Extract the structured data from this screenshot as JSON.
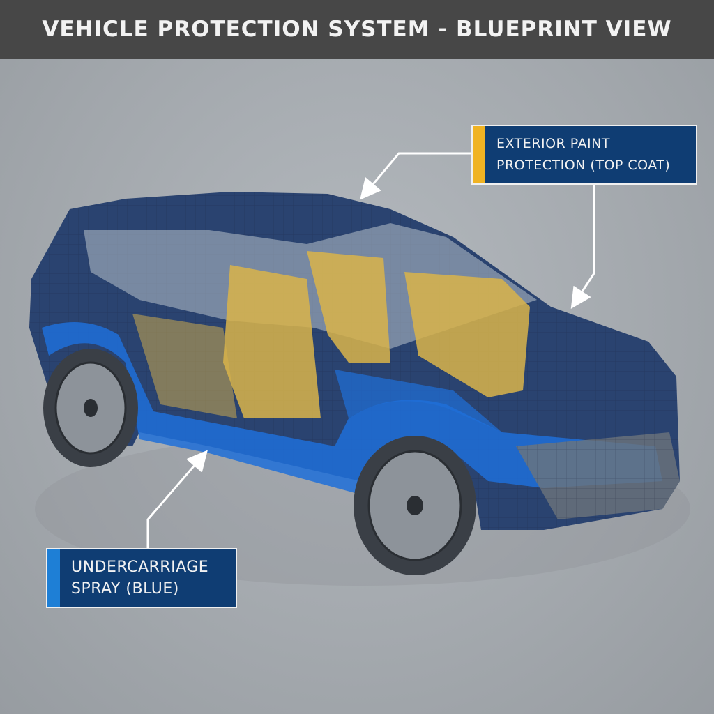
{
  "header": {
    "title": "VEHICLE PROTECTION SYSTEM - BLUEPRINT VIEW"
  },
  "callouts": {
    "exterior": {
      "line1": "EXTERIOR PAINT",
      "line2": "PROTECTION (TOP COAT)",
      "accent": "#f0b323"
    },
    "undercarriage": {
      "line1": "UNDERCARRIAGE",
      "line2": "SPRAY (BLUE)",
      "accent": "#1e7fd6"
    }
  },
  "colors": {
    "body": "#2a4370",
    "spray": "#1f6fd8",
    "interior": "#d9b44a",
    "panel": "#0f3d73",
    "title_bar": "#474747"
  }
}
